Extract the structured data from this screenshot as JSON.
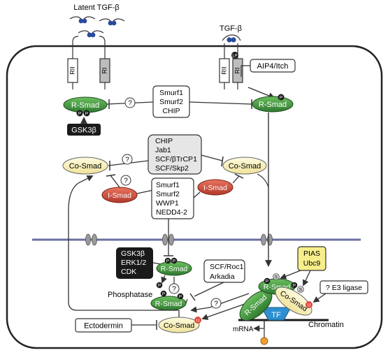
{
  "labels": {
    "latent_tgfb": "Latent TGF-β",
    "tgfb": "TGF-β",
    "receptor_r2": "RII",
    "receptor_r1": "RI",
    "aip4": "AIP4/Itch",
    "gsk3b_left": "GSK3β",
    "phosphatase": "Phosphatase",
    "ectodermin": "Ectodermin",
    "chromatin": "Chromatin",
    "mrna": "mRNA",
    "e3_ligase": "? E3 ligase",
    "tf": "TF",
    "question": "?"
  },
  "molecules": {
    "rsmad": "R-Smad",
    "cosmad": "Co-Smad",
    "ismad": "I-Smad"
  },
  "marks": {
    "phospho": "P",
    "ubiquitin": "U",
    "sumo": "S",
    "lp": "LP"
  },
  "boxes": {
    "smurf_top": [
      "Smurf1",
      "Smurf2",
      "CHIP"
    ],
    "chip_group": [
      "CHIP",
      "Jab1",
      "SCF/βTrCP1",
      "SCF/Skp2"
    ],
    "smurf_group": [
      "Smurf1",
      "Smurf2",
      "WWP1",
      "NEDD4-2"
    ],
    "kinases": [
      "GSK3β",
      "ERK1/2",
      "CDK"
    ],
    "scf_roc1": [
      "SCF/Roc1",
      "Arkadia"
    ],
    "pias": [
      "PIAS",
      "Ubc9"
    ]
  },
  "colors": {
    "rsmad": "#3b8a3b",
    "cosmad": "#f7f1b4",
    "ismad": "#c94a3a",
    "membrane": "#6a6fa0",
    "tf": "#2e8fd0",
    "pias_fill": "#f6ee8a",
    "dark_box": "#1a1a1a",
    "grey_box": "#e6e6e6",
    "ubiquitin": "#e0483a",
    "mrna_dot": "#f0a030"
  }
}
